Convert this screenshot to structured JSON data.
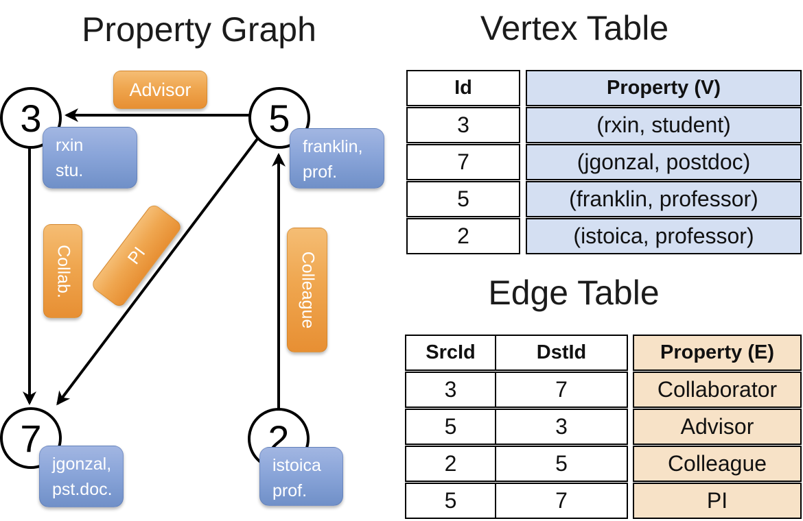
{
  "graph": {
    "title": "Property Graph",
    "nodes": [
      {
        "id": "3",
        "prop_line1": "rxin",
        "prop_line2": "stu."
      },
      {
        "id": "5",
        "prop_line1": "franklin,",
        "prop_line2": "prof."
      },
      {
        "id": "7",
        "prop_line1": "jgonzal,",
        "prop_line2": "pst.doc."
      },
      {
        "id": "2",
        "prop_line1": "istoica",
        "prop_line2": "prof."
      }
    ],
    "edge_labels": {
      "advisor": "Advisor",
      "collab": "Collab.",
      "pi": "PI",
      "colleague": "Colleague"
    },
    "edges": [
      {
        "src": "5",
        "dst": "3",
        "label": "Advisor"
      },
      {
        "src": "3",
        "dst": "7",
        "label": "Collab."
      },
      {
        "src": "5",
        "dst": "7",
        "label": "PI"
      },
      {
        "src": "2",
        "dst": "5",
        "label": "Colleague"
      }
    ]
  },
  "vertex_table": {
    "title": "Vertex Table",
    "columns": {
      "id": "Id",
      "property": "Property (V)"
    },
    "rows": [
      {
        "id": "3",
        "property": "(rxin, student)"
      },
      {
        "id": "7",
        "property": "(jgonzal, postdoc)"
      },
      {
        "id": "5",
        "property": "(franklin, professor)"
      },
      {
        "id": "2",
        "property": "(istoica, professor)"
      }
    ]
  },
  "edge_table": {
    "title": "Edge Table",
    "columns": {
      "src": "SrcId",
      "dst": "DstId",
      "property": "Property (E)"
    },
    "rows": [
      {
        "src": "3",
        "dst": "7",
        "property": "Collaborator"
      },
      {
        "src": "5",
        "dst": "3",
        "property": "Advisor"
      },
      {
        "src": "2",
        "dst": "5",
        "property": "Colleague"
      },
      {
        "src": "5",
        "dst": "7",
        "property": "PI"
      }
    ]
  },
  "colors": {
    "edge_label_orange": "#EFA64F",
    "vertex_prop_blue": "#7F9CD3",
    "vertex_cell_fill": "#D4DFF2",
    "edge_cell_fill": "#F7E2C7",
    "line_black": "#000000"
  }
}
